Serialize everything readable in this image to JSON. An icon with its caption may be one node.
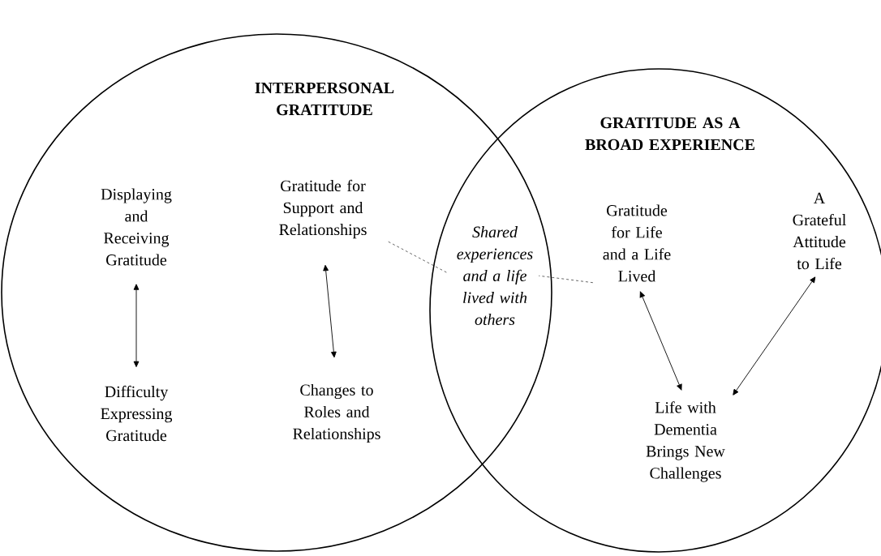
{
  "diagram": {
    "nodes": [
      {
        "text": [
          "INTERPERSONAL GRATITUDE"
        ]
      },
      {
        "text": [
          "Displaying and Receiving Gratitude"
        ],
        "in": 0
      },
      {
        "text": [
          "Gratitude for Support and Relationships"
        ],
        "in": 0
      },
      {
        "text": [
          "Difficulty Expressing Gratitude"
        ],
        "in": 0
      },
      {
        "text": [
          "Changes to Roles and Relationships"
        ],
        "in": 0
      },
      {
        "text": [
          "Shared experiences and a life lived with others"
        ]
      },
      {
        "text": [
          "GRATITUDE AS A BROAD EXPERIENCE"
        ]
      },
      {
        "text": [
          "Gratitude for Life and a Life Lived"
        ],
        "in": 6
      },
      {
        "text": [
          "A Grateful Attitude to Life"
        ],
        "in": 6
      },
      {
        "text": [
          "Life with Dementia Brings New Challenges"
        ],
        "in": 6
      }
    ],
    "edges": [
      {
        "from": 1,
        "to": 3,
        "arrow": "both"
      },
      {
        "from": 2,
        "to": 4,
        "arrow": "both"
      },
      {
        "from": 2,
        "to": 5,
        "arrow": "none",
        "style": "dashed"
      },
      {
        "from": 7,
        "to": 5,
        "arrow": "none",
        "style": "dashed"
      },
      {
        "from": 7,
        "to": 9,
        "arrow": "both"
      },
      {
        "from": 9,
        "to": 8,
        "arrow": "both"
      }
    ]
  }
}
